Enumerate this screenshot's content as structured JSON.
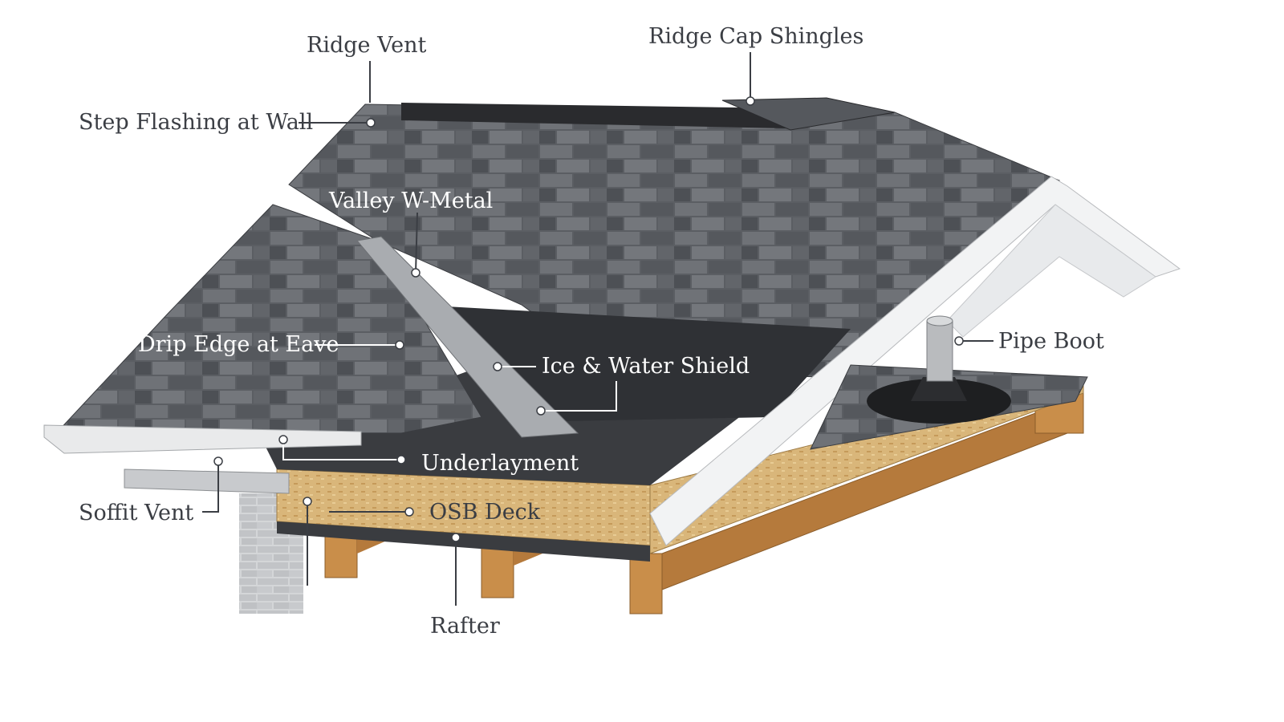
{
  "labels": {
    "ridge_vent": "Ridge Vent",
    "ridge_cap_shingles": "Ridge Cap Shingles",
    "step_flashing": "Step Flashing at Wall",
    "valley_metal": "Valley W-Metal",
    "drip_edge": "Drip Edge at Eave",
    "ice_water_shield": "Ice & Water Shield",
    "pipe_boot": "Pipe Boot",
    "underlayment": "Underlayment",
    "soffit_vent": "Soffit Vent",
    "osb_deck": "OSB Deck",
    "rafter": "Rafter"
  },
  "colors": {
    "shingle_dark": "#4a4d52",
    "shingle_mid": "#6b6e73",
    "shingle_light": "#8a8d91",
    "underlayment": "#3a3c40",
    "osb": "#d9b67a",
    "lumber": "#c98e4a",
    "trim_white": "#f2f3f4",
    "metal": "#a9acb0",
    "label_text": "#3b3e44"
  }
}
